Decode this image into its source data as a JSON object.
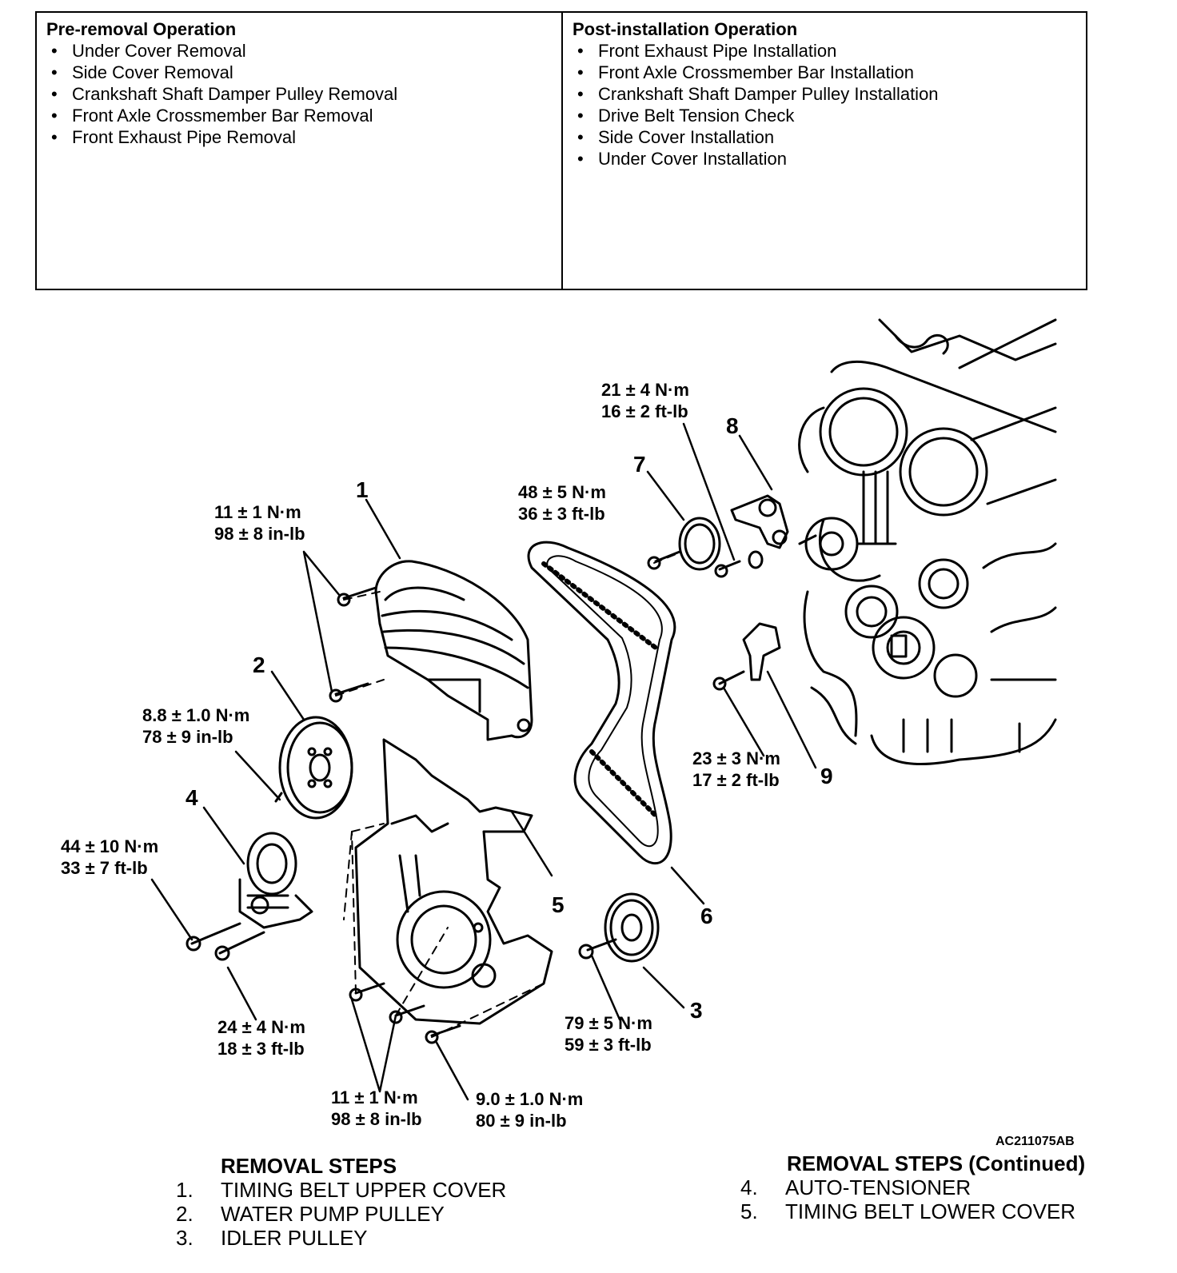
{
  "pre_removal": {
    "title": "Pre-removal Operation",
    "items": [
      "Under Cover Removal",
      "Side Cover Removal",
      "Crankshaft Shaft Damper Pulley Removal",
      "Front Axle Crossmember Bar Removal",
      "Front Exhaust Pipe Removal"
    ]
  },
  "post_installation": {
    "title": "Post-installation Operation",
    "items": [
      "Front Exhaust Pipe Installation",
      "Front Axle Crossmember Bar Installation",
      "Crankshaft Shaft Damper Pulley Installation",
      "Drive Belt Tension Check",
      "Side Cover Installation",
      "Under Cover Installation"
    ]
  },
  "diagram": {
    "figure_code": "AC211075AB",
    "part_numbers": [
      "1",
      "2",
      "3",
      "4",
      "5",
      "6",
      "7",
      "8",
      "9"
    ],
    "torques": {
      "t_belt_tensioner": [
        "21 ± 4 N·m",
        "16 ± 2 ft-lb"
      ],
      "t_idler_top": [
        "48 ± 5 N·m",
        "36 ± 3 ft-lb"
      ],
      "t_upper_cover": [
        "11 ± 1 N·m",
        "98 ± 8 in-lb"
      ],
      "t_water_pump": [
        "8.8 ± 1.0 N·m",
        "78 ± 9 in-lb"
      ],
      "t_auto_tensioner": [
        "44 ± 10 N·m",
        "33 ± 7 ft-lb"
      ],
      "t_sensor": [
        "23 ± 3 N·m",
        "17 ± 2 ft-lb"
      ],
      "t_auto_tensioner_lower": [
        "24 ± 4 N·m",
        "18 ± 3 ft-lb"
      ],
      "t_idler_pulley": [
        "79 ± 5 N·m",
        "59 ± 3 ft-lb"
      ],
      "t_lower_cover_a": [
        "11 ± 1 N·m",
        "98 ± 8 in-lb"
      ],
      "t_lower_cover_b": [
        "9.0 ± 1.0 N·m",
        "80 ± 9 in-lb"
      ]
    }
  },
  "removal_steps": {
    "title": "REMOVAL STEPS",
    "items": [
      {
        "n": "1.",
        "label": "TIMING BELT UPPER COVER"
      },
      {
        "n": "2.",
        "label": "WATER PUMP PULLEY"
      },
      {
        "n": "3.",
        "label": "IDLER PULLEY"
      }
    ]
  },
  "removal_steps_continued": {
    "title": "REMOVAL STEPS (Continued)",
    "items": [
      {
        "n": "4.",
        "label": "AUTO-TENSIONER"
      },
      {
        "n": "5.",
        "label": "TIMING BELT LOWER COVER"
      }
    ]
  }
}
